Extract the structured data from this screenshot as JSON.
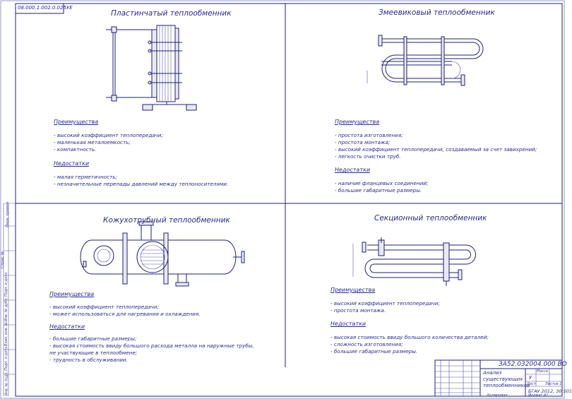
{
  "doc_code": "08.000.1.002.0.025УЕ",
  "quadrants": [
    {
      "title": "Пластинчатый теплообменник",
      "adv_head": "Преимущества",
      "adv": [
        "- высокий коэффициент теплопередачи;",
        "- маленькая металоемкость;",
        "- компактность."
      ],
      "dis_head": "Недостатки",
      "dis": [
        "- малая герметичность;",
        "- незначительные перепады давлений между теплоносителями."
      ]
    },
    {
      "title": "Змеевиковый теплообменник",
      "adv_head": "Преимущества",
      "adv": [
        "- простота изготовления;",
        "- простота монтажа;",
        "- высокий коэффициент теплопередачи, создаваемый за счет завихрений;",
        "- легкость очистки труб."
      ],
      "dis_head": "Недостатки",
      "dis": [
        "- наличие фланцевых соединений;",
        "- большие габаритные размеры."
      ]
    },
    {
      "title": "Кожухотрубный теплообменник",
      "adv_head": "Преимущества",
      "adv": [
        "- высокий коэффициент теплопередачи;",
        "- может использоваться для нагревания и охлаждения."
      ],
      "dis_head": "Недостатки",
      "dis": [
        "- большие габаритные размеры;",
        "- высокая стоимость ввиду большого расхода металла на наружные трубы,",
        "не участвующие в теплообмене;",
        "- трудность в обслуживании."
      ]
    },
    {
      "title": "Секционный теплообменник",
      "adv_head": "Преимущества",
      "adv": [
        "- высокий коэффициент теплопередачи;",
        "- простота монтажа."
      ],
      "dis_head": "Недостатки",
      "dis": [
        "- высокая стоимость ввиду большого количества деталей;",
        "- сложность изготовления;",
        "- большие габаритные размеры."
      ]
    }
  ],
  "stamp": {
    "code": "ЗА52.032004.000 ВО",
    "name": "Анализ существующих теплообменников",
    "org": "БГАУ 2012, 30 501",
    "sheet_label": "Лист",
    "scale_label": "Масса",
    "format_label": "Формат А1",
    "copied_label": "Копировал",
    "lit_value": "У",
    "sheets_label": "Листов 1"
  },
  "side_labels": [
    "Инв. № подл.",
    "Подп. и дата",
    "Взам. инв. №",
    "Инв. № дубл.",
    "Подп. и дата",
    "Справ. №",
    "Перв. примен."
  ]
}
